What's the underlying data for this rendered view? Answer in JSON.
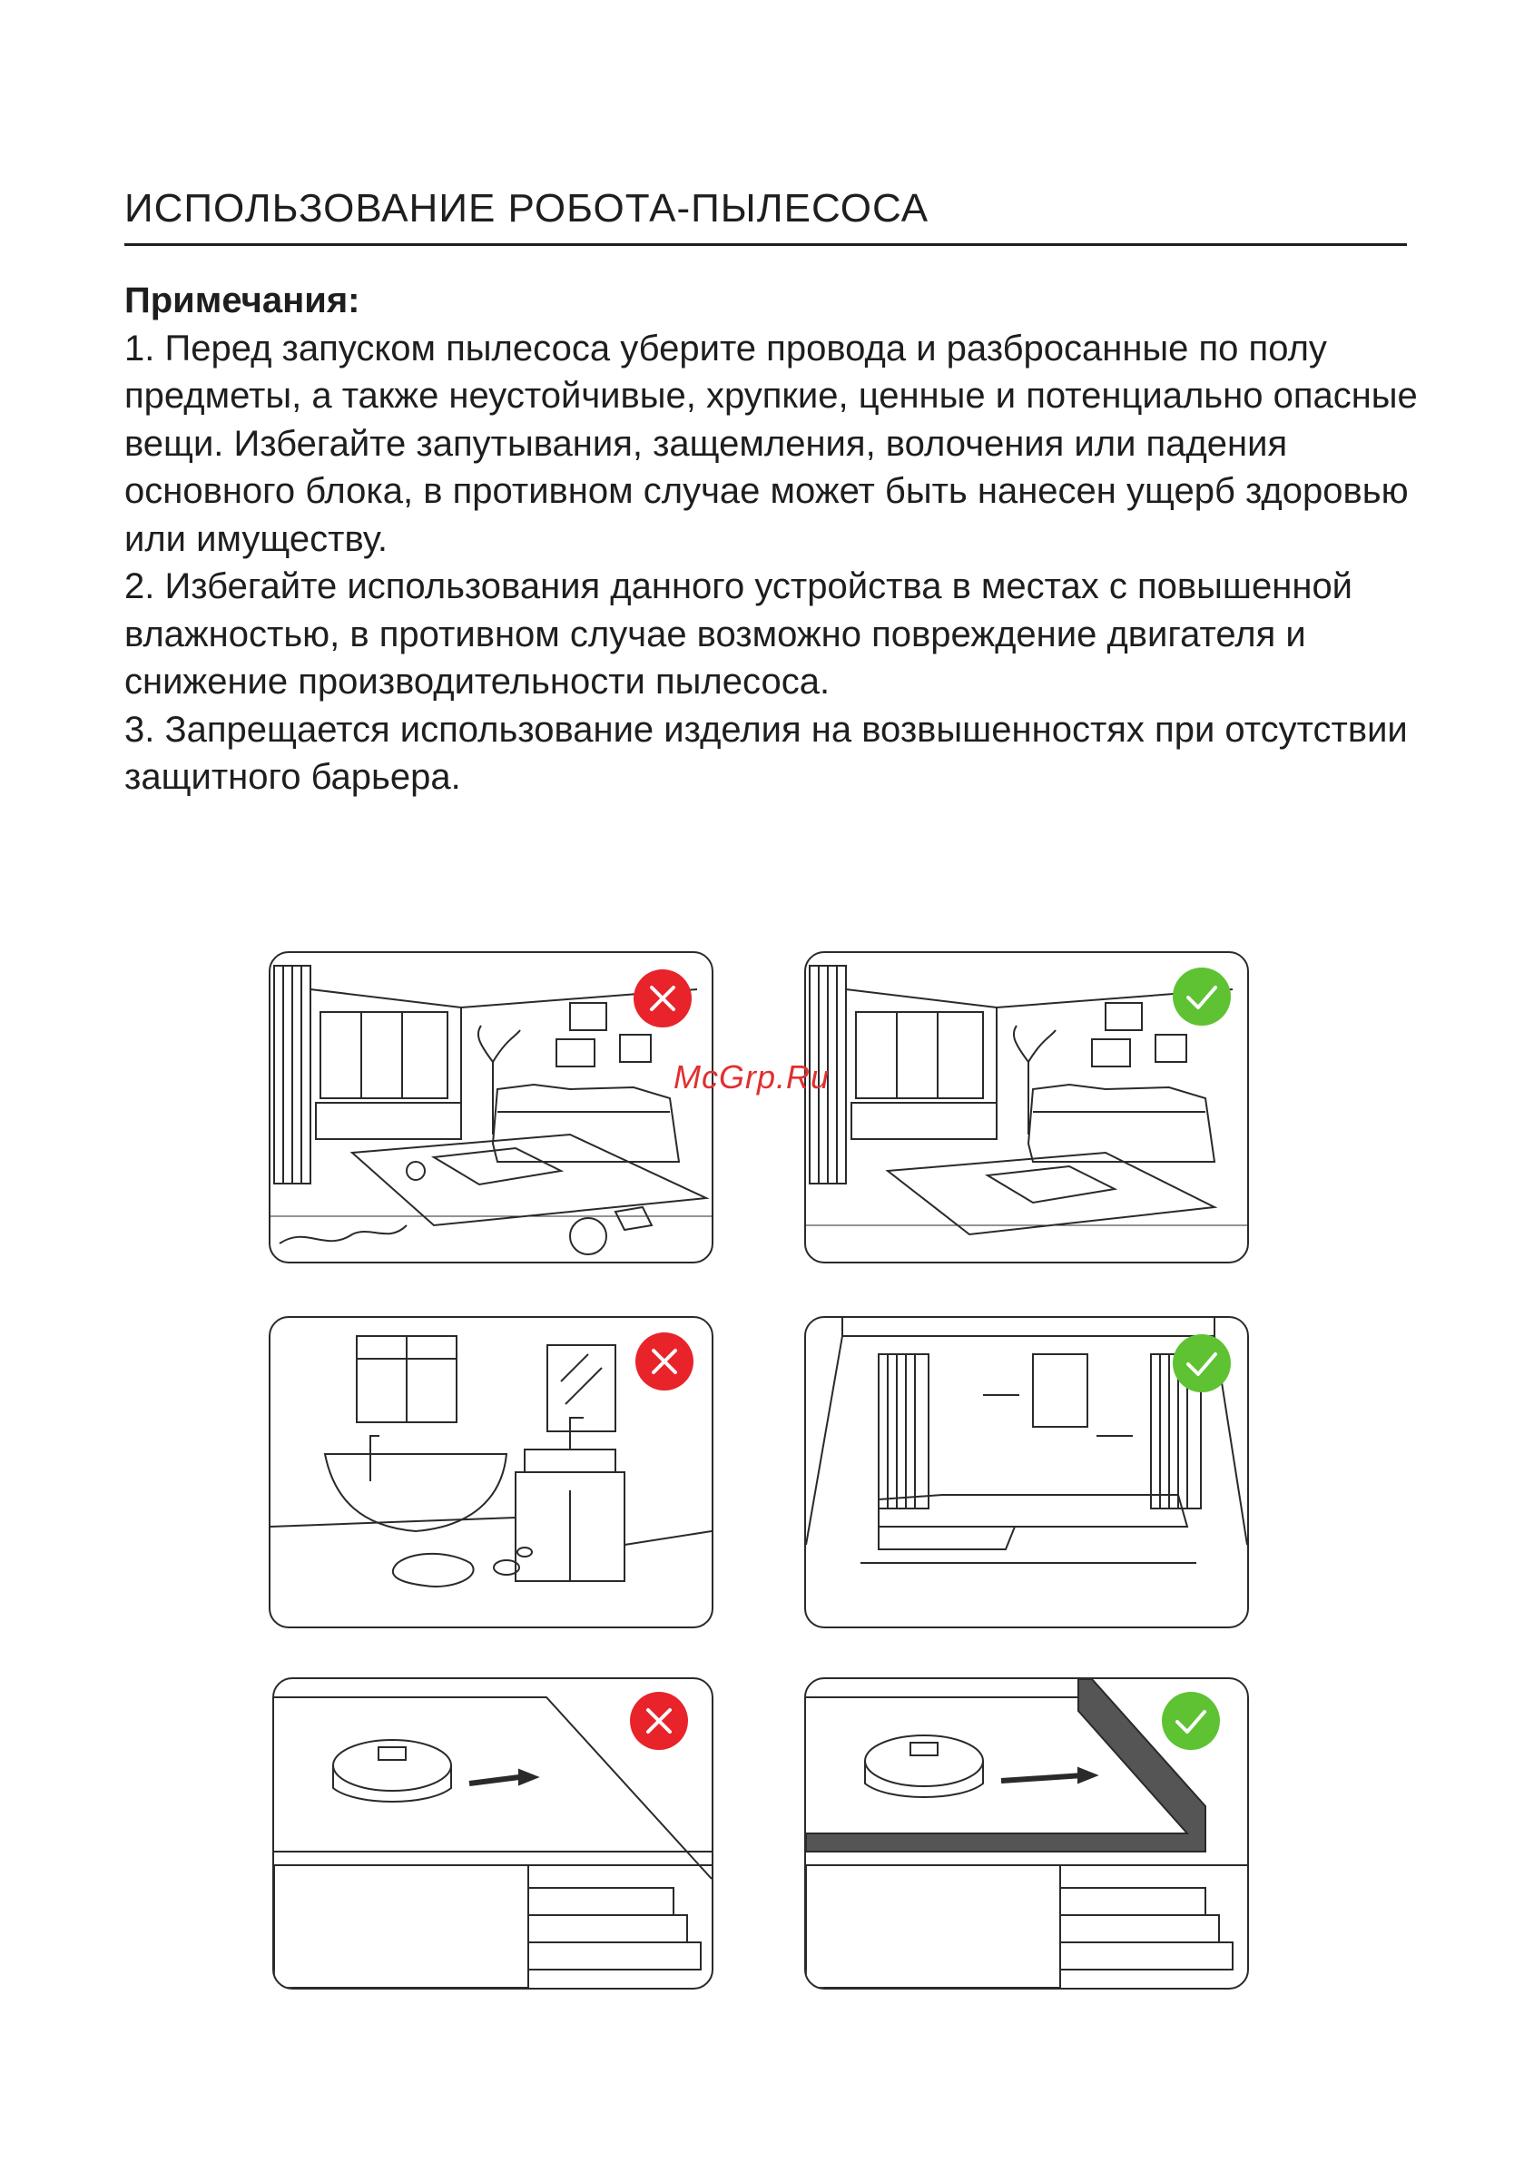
{
  "header": {
    "title": "ИСПОЛЬЗОВАНИЕ РОБОТА-ПЫЛЕСОСА"
  },
  "notes": {
    "heading": "Примечания:",
    "items": [
      "1. Перед запуском пылесоса уберите провода и разбросанные по полу предметы, а также неустойчивые, хрупкие, ценные и потенциально опасные вещи. Избегайте запутывания, защемления, волочения или падения основного блока, в противном случае может быть нанесен ущерб здоровью или имуществу.",
      "2. Избегайте использования данного устройства в местах с повышенной влажностью, в противном случае возможно повреждение двигателя и снижение производительности пылесоса.",
      "3. Запрещается использование изделия на возвышенностях при отсутствии защитного барьера."
    ]
  },
  "watermark": "McGrp.Ru",
  "colors": {
    "bad": "#e8232a",
    "good": "#5ec232",
    "ink": "#2a2a2a",
    "barrier": "#555555"
  },
  "illustrations": [
    {
      "scene": "living-room-cluttered",
      "status": "incorrect",
      "badge_icon": "cross-icon"
    },
    {
      "scene": "living-room-tidy",
      "status": "correct",
      "badge_icon": "check-icon"
    },
    {
      "scene": "bathroom-wet-floor",
      "status": "incorrect",
      "badge_icon": "cross-icon"
    },
    {
      "scene": "living-room-dry",
      "status": "correct",
      "badge_icon": "check-icon"
    },
    {
      "scene": "elevated-floor-no-barrier",
      "status": "incorrect",
      "badge_icon": "cross-icon"
    },
    {
      "scene": "elevated-floor-with-barrier",
      "status": "correct",
      "badge_icon": "check-icon"
    }
  ]
}
